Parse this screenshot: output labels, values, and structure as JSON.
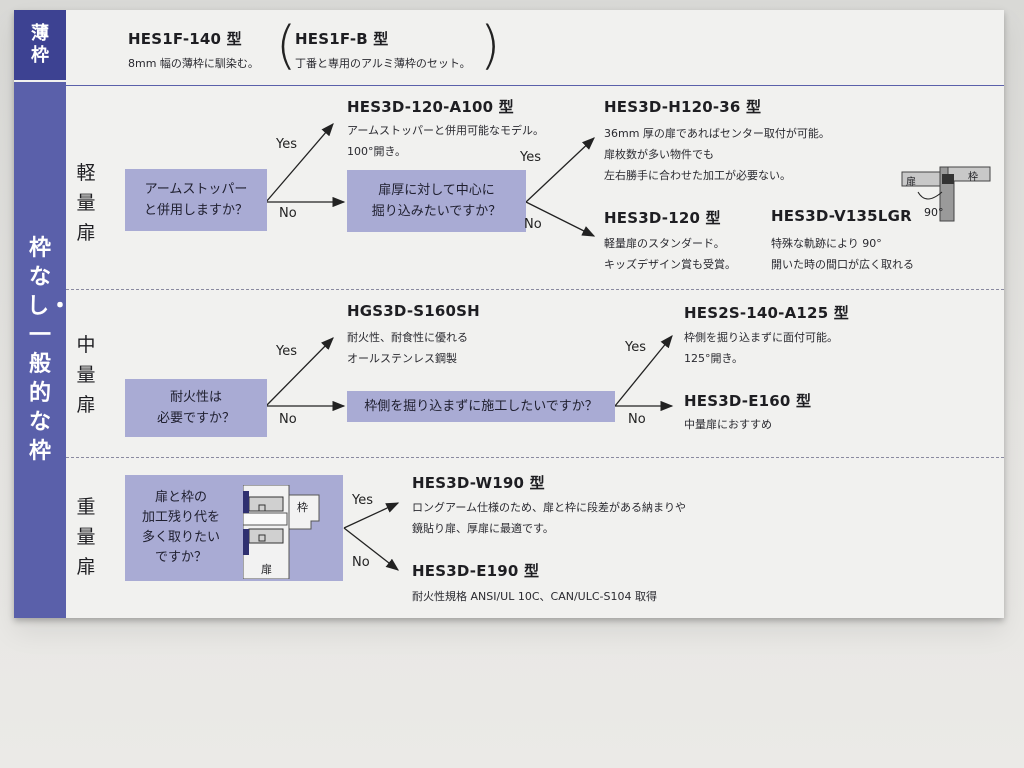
{
  "sidebar": {
    "thin_frame": "薄枠",
    "no_frame_general": "枠なし・一般的な枠"
  },
  "categories": {
    "light": "軽量扉",
    "medium": "中量扉",
    "heavy": "重量扉"
  },
  "top": {
    "m1": {
      "name": "HES1F-140 型",
      "desc": "8mm 幅の薄枠に馴染む。"
    },
    "m2": {
      "name": "HES1F-B 型",
      "desc": "丁番と専用のアルミ薄枠のセット。"
    }
  },
  "light": {
    "q1": "アームストッパー\nと併用しますか？",
    "q2": "扉厚に対して中心に\n掘り込みたいですか？",
    "yes1": "Yes",
    "no1": "No",
    "yes2": "Yes",
    "no2": "No",
    "a100": {
      "name": "HES3D-120-A100 型",
      "desc": "アームストッパーと併用可能なモデル。\n100°開き。"
    },
    "h120": {
      "name": "HES3D-H120-36 型",
      "desc": "36mm 厚の扉であればセンター取付が可能。\n扉枚数が多い物件でも\n左右勝手に合わせた加工が必要ない。"
    },
    "s120": {
      "name": "HES3D-120 型",
      "desc": "軽量扉のスタンダード。\nキッズデザイン賞も受賞。"
    },
    "v135": {
      "name": "HES3D-V135LGR",
      "desc": "特殊な軌跡により 90°\n開いた時の間口が広く取れる"
    },
    "illus": {
      "door": "扉",
      "frame": "枠",
      "angle": "90°"
    }
  },
  "medium": {
    "q1": "耐火性は\n必要ですか？",
    "q2": "枠側を掘り込まずに施工したいですか？",
    "yes1": "Yes",
    "no1": "No",
    "yes2": "Yes",
    "no2": "No",
    "s160": {
      "name": "HGS3D-S160SH",
      "desc": "耐火性、耐食性に優れる\nオールステンレス鋼製"
    },
    "a125": {
      "name": "HES2S-140-A125 型",
      "desc": "枠側を掘り込まずに面付可能。\n125°開き。"
    },
    "e160": {
      "name": "HES3D-E160 型",
      "desc": "中量扉におすすめ"
    }
  },
  "heavy": {
    "q1": "扉と枠の\n加工残り代を\n多く取りたい\nですか？",
    "yes": "Yes",
    "no": "No",
    "illus": {
      "frame": "枠",
      "door": "扉"
    },
    "w190": {
      "name": "HES3D-W190 型",
      "desc": "ロングアーム仕様のため、扉と枠に段差がある納まりや\n鏡貼り扉、厚扉に最適です。"
    },
    "e190": {
      "name": "HES3D-E190 型",
      "desc": "耐火性規格 ANSI/UL 10C、CAN/ULC-S104 取得"
    }
  },
  "colors": {
    "sidebar_dark": "#3d4292",
    "sidebar_light": "#5a60aa",
    "question_box": "#a9abd4",
    "board": "#f1f1ef"
  }
}
